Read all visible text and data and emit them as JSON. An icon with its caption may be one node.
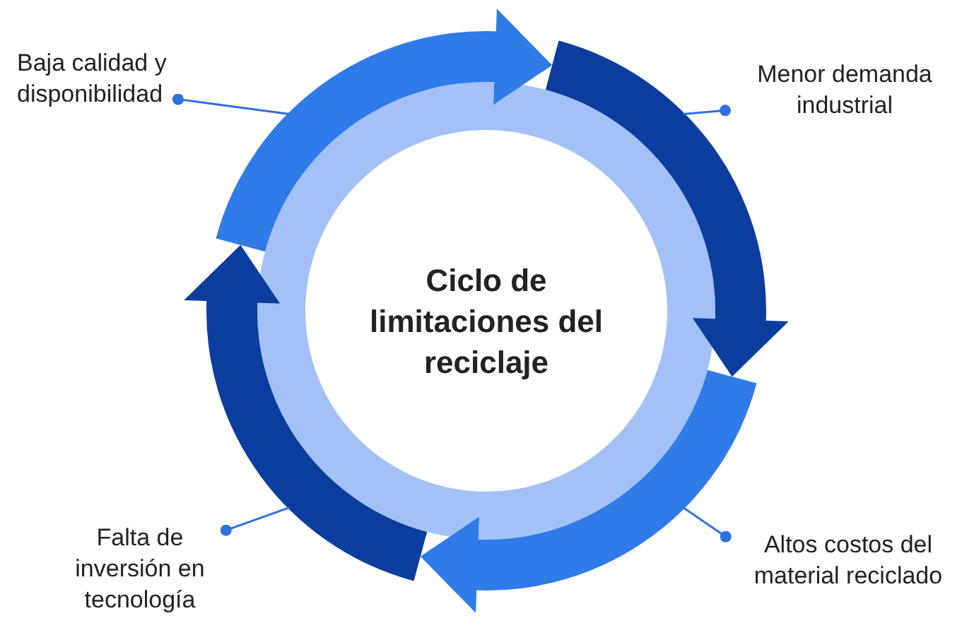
{
  "diagram": {
    "nodes": [
      {
        "text": [
          "Ciclo de limitaciones del reciclaje"
        ]
      },
      {
        "text": [
          "Baja calidad y disponibilidad"
        ]
      },
      {
        "text": [
          "Menor demanda industrial"
        ]
      },
      {
        "text": [
          "Altos costos del material reciclado"
        ]
      },
      {
        "text": [
          "Falta de inversión en tecnología"
        ]
      }
    ],
    "edges": [
      {
        "from": 1,
        "to": null,
        "arrow": "other"
      },
      {
        "from": 2,
        "to": null,
        "arrow": "other"
      },
      {
        "from": 3,
        "to": null,
        "arrow": "other"
      },
      {
        "from": 4,
        "to": null,
        "arrow": "other"
      }
    ]
  }
}
